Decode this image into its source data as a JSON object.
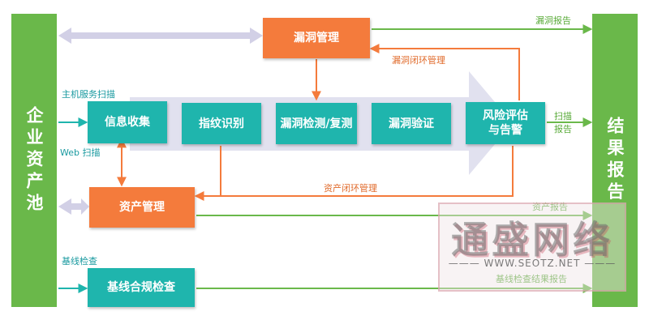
{
  "left_panel": {
    "label": "企业资产池"
  },
  "right_panel": {
    "label": "结果报告"
  },
  "boxes": {
    "vuln_mgmt": "漏洞管理",
    "info_collect": "信息收集",
    "fingerprint": "指纹识别",
    "vuln_detect": "漏洞检测/复测",
    "vuln_verify": "漏洞验证",
    "risk_eval": "风险评估\n与告警",
    "asset_mgmt": "资产管理",
    "baseline_check": "基线合规检查"
  },
  "labels": {
    "host_scan": "主机服务扫描",
    "web_scan": "Web 扫描",
    "baseline_inspect": "基线检查",
    "vuln_report": "漏洞报告",
    "vuln_loop": "漏洞闭环管理",
    "scan_report": "扫描\n报告",
    "asset_loop": "资产闭环管理",
    "asset_report": "资产报告",
    "baseline_report": "基线检查结果报告"
  },
  "watermark": {
    "main": "通盛网络",
    "sub": "WWW.SEOTZ.NET"
  },
  "colors": {
    "green": "#6ab84a",
    "teal": "#1fb5ad",
    "orange": "#f47b3c",
    "flow_arrow": "#dcdcec"
  }
}
